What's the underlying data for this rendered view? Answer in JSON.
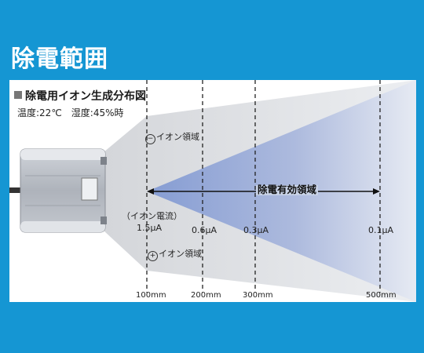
{
  "title": "除電範囲",
  "diagram": {
    "heading": "除電用イオン生成分布図",
    "conditions": "温度:22℃　湿度:45%時",
    "negative_ion_label": "イオン領域",
    "positive_ion_label": "イオン領域",
    "negative_sign": "−",
    "positive_sign": "+",
    "effective_range_label": "除電有効領域",
    "ion_current_label": "（イオン電流）",
    "currents": [
      "1.5μA",
      "0.6μA",
      "0.3μA",
      "0.1μA"
    ],
    "distances": [
      "100mm",
      "200mm",
      "300mm",
      "500mm"
    ],
    "colors": {
      "background": "#1596d3",
      "panel": "#ffffff",
      "cone_gray": "#c9ccd1",
      "cone_blue": "#8fa3d6"
    }
  }
}
